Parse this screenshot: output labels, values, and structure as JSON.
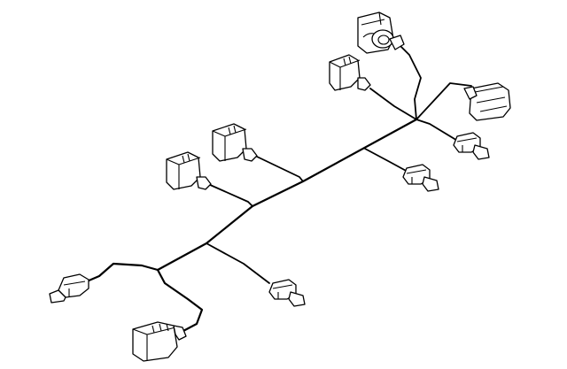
{
  "diagram": {
    "colors": {
      "line": "#000000",
      "fill": "#ffffff",
      "background": "#ffffff"
    },
    "parts": [
      "main-trunk",
      "branch-wire",
      "large-round-connector",
      "large-rect-connector",
      "small-plug-connector",
      "medium-connector"
    ]
  }
}
